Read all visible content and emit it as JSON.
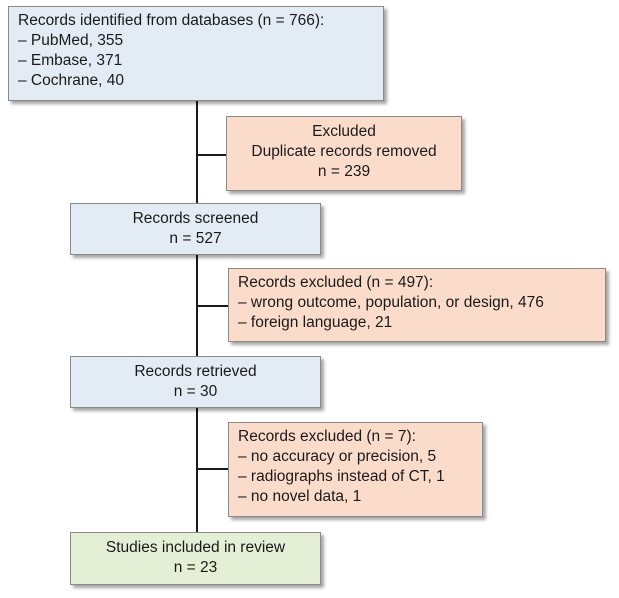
{
  "identified": {
    "title": "Records identified from databases (n = 766):",
    "items": [
      "– PubMed, 355",
      "– Embase, 371",
      "– Cochrane, 40"
    ]
  },
  "excluded_duplicates": {
    "lines": [
      "Excluded",
      "Duplicate records removed",
      "n = 239"
    ]
  },
  "screened": {
    "lines": [
      "Records screened",
      "n = 527"
    ]
  },
  "excluded_screening": {
    "title": "Records excluded (n = 497):",
    "items": [
      "– wrong outcome, population, or design, 476",
      "– foreign language, 21"
    ]
  },
  "retrieved": {
    "lines": [
      "Records retrieved",
      "n = 30"
    ]
  },
  "excluded_retrieval": {
    "title": "Records excluded (n = 7):",
    "items": [
      "– no accuracy or precision, 5",
      "– radiographs instead of CT, 1",
      "– no novel data, 1"
    ]
  },
  "included": {
    "lines": [
      "Studies included in review",
      "n = 23"
    ]
  },
  "colors": {
    "records_box": "#e3ebf5",
    "exclusion_box": "#fbdccb",
    "included_box": "#e4efd6",
    "connector": "#1a1a1a"
  }
}
